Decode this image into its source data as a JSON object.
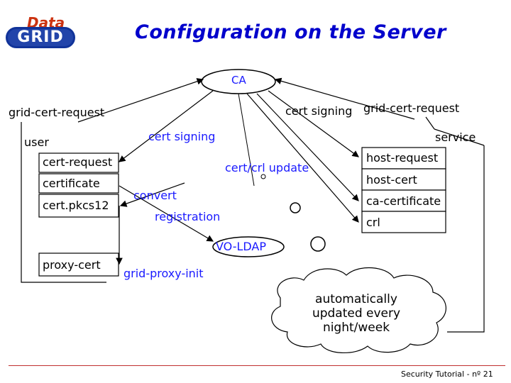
{
  "header": {
    "title": "Configuration on the Server",
    "logo_top": "Data",
    "logo_bottom": "GRID"
  },
  "nodes": {
    "ca": "CA",
    "vo_ldap": "VO-LDAP",
    "user": "user",
    "service": "service"
  },
  "user_box": {
    "items": [
      "cert-request",
      "certificate",
      "cert.pkcs12"
    ],
    "proxy": "proxy-cert"
  },
  "service_box": {
    "items": [
      "host-request",
      "host-cert",
      "ca-certificate",
      "crl"
    ]
  },
  "edge_labels": {
    "grid_cert_request_left": "grid-cert-request",
    "cert_signing_right": "cert signing",
    "grid_cert_request_right": "grid-cert-request",
    "cert_signing_mid": "cert signing",
    "cert_crl_update": "cert/crl update",
    "convert": "convert",
    "registration": "registration",
    "grid_proxy_init": "grid-proxy-init"
  },
  "cloud": {
    "lines": [
      "automatically",
      "updated every",
      "night/week"
    ]
  },
  "footer": {
    "text": "Security Tutorial - nº 21"
  },
  "colors": {
    "title": "#0000cc",
    "accent": "#1a1aff",
    "footer_rule": "#c03030"
  }
}
